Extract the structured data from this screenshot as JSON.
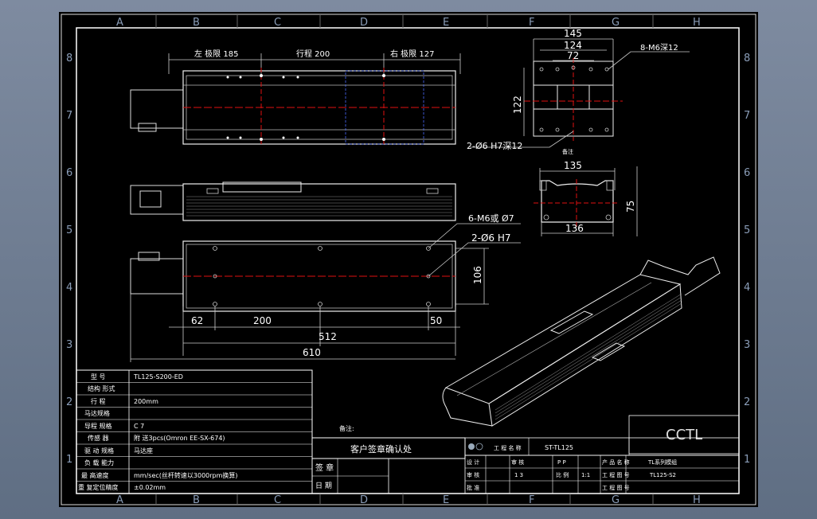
{
  "zones": {
    "columns": [
      "A",
      "B",
      "C",
      "D",
      "E",
      "F",
      "G",
      "H"
    ],
    "rows": [
      "8",
      "7",
      "6",
      "5",
      "4",
      "3",
      "2",
      "1"
    ]
  },
  "top_view": {
    "left_limit": "左 极限 185",
    "stroke": "行程 200",
    "right_limit": "右 极限 127"
  },
  "end_view": {
    "dim_145": "145",
    "dim_124": "124",
    "dim_72": "72",
    "thread_callout": "8-M6深12",
    "dim_122": "122",
    "pin_callout": "2-Ø6 H7深12",
    "small_label": "备注"
  },
  "section_view": {
    "dim_135": "135",
    "dim_136": "136",
    "dim_75": "75"
  },
  "bottom_view": {
    "thread_callout": "6-M6或 Ø7",
    "pin_callout": "2-Ø6 H7",
    "dim_106": "106",
    "dim_62": "62",
    "dim_200": "200",
    "dim_50": "50",
    "dim_512": "512",
    "dim_610": "610"
  },
  "spec_table": {
    "rows": [
      {
        "label": "型 号",
        "value": "TL125-S200-ED"
      },
      {
        "label": "结构 形式",
        "value": ""
      },
      {
        "label": "行 程",
        "value": "200mm"
      },
      {
        "label": "马达规格",
        "value": ""
      },
      {
        "label": "导程 规格",
        "value": "C 7"
      },
      {
        "label": "传感 器",
        "value": "附 送3pcs(Omron EE-SX-674)"
      },
      {
        "label": "驱 动 规格",
        "value": "马达座"
      },
      {
        "label": "负 载 能力",
        "value": ""
      },
      {
        "label": "最 高速度",
        "value": "mm/sec(丝杆转速以3000rpm换算)"
      },
      {
        "label": "重 复定位精度",
        "value": "±0.02mm"
      }
    ]
  },
  "approval": {
    "remark": "备注:",
    "title": "客户签章确认处",
    "sign": "签 章",
    "date": "日 期"
  },
  "title_block": {
    "brand": "CCTL",
    "project_label": "工 程 名 称",
    "project_value": "ST-TL125",
    "design": "设 计",
    "check": "审 核",
    "approve": "批 准",
    "check_value": "1 3",
    "approve_value": "",
    "pp_label": "P P",
    "ratio_label": "比 例",
    "ratio_value": "1:1",
    "product_label": "产 品 名 称",
    "product_value": "TL系列模组",
    "drawing_label": "工 程 图 号",
    "drawing_value": "TL125-S2",
    "material_label": "工 程 图 号"
  }
}
